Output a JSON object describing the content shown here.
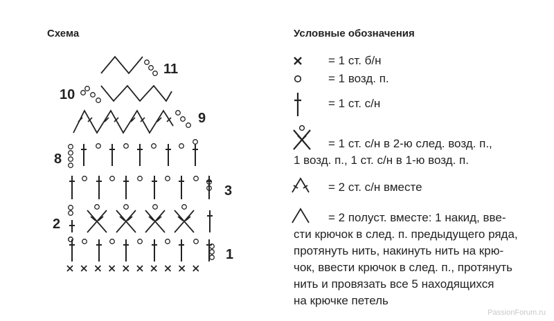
{
  "scheme_title": "Схема",
  "legend_title": "Условные обозначения",
  "row_labels": {
    "r1": "1",
    "r2": "2",
    "r3": "3",
    "r8": "8",
    "r9": "9",
    "r10": "10",
    "r11": "11"
  },
  "legend": {
    "sc": "= 1 ст. б/н",
    "ch": "= 1 возд. п.",
    "dc": "= 1 ст. с/н",
    "cross_line1": "= 1 ст. с/н в 2-ю след. возд. п.,",
    "cross_line2": "1 возд. п., 1 ст. с/н в 1-ю возд. п.",
    "dc2tog": "= 2 ст. с/н вместе",
    "puff_line1": "= 2 полуст. вместе: 1 накид, вве-",
    "puff_line2": "сти крючок в след. п. предыдущего ряда,",
    "puff_line3": "протянуть нить, накинуть нить на крю-",
    "puff_line4": "чок, ввести крючок в след. п., протянуть",
    "puff_line5": "нить и провязать все 5 находящихся",
    "puff_line6": "на крючке петель"
  },
  "watermark": "PassionForum.ru",
  "colors": {
    "ink": "#222222"
  }
}
